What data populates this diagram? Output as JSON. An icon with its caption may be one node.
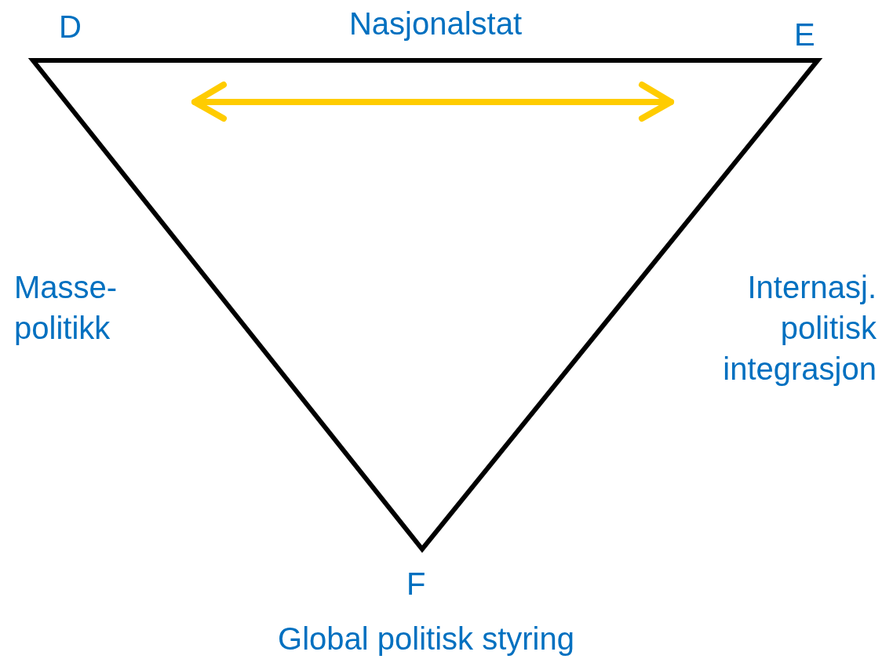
{
  "diagram": {
    "labels": [
      "D",
      "Nasjonalstat",
      "E",
      "Masse- politikk",
      "Internasj. politisk integrasjon",
      "F",
      "Global politisk styring"
    ]
  }
}
